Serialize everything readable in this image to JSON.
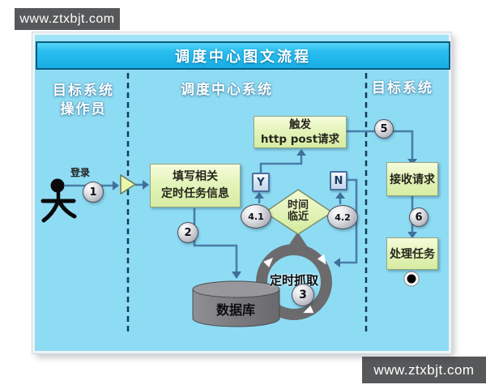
{
  "watermarks": {
    "top_left": "www.ztxbjt.com",
    "bottom_right": "www.ztxbjt.com"
  },
  "diagram": {
    "title": "调度中心图文流程",
    "lanes": {
      "left": {
        "line1": "目标系统",
        "line2": "操作员"
      },
      "center": {
        "label": "调度中心系统"
      },
      "right": {
        "label": "目标系统"
      }
    },
    "nodes": {
      "login_label": "登录",
      "fill_task": {
        "line1": "填写相关",
        "line2": "定时任务信息"
      },
      "trigger": {
        "line1": "触发",
        "line2": "http post请求"
      },
      "decision": {
        "line1": "时间",
        "line2": "临近"
      },
      "branch_yes": "Y",
      "branch_no": "N",
      "cron_label": "定时抓取",
      "database": "数据库",
      "receive": "接收请求",
      "process": "处理任务"
    },
    "steps": {
      "s1": "1",
      "s2": "2",
      "s3": "3",
      "s4_1": "4.1",
      "s4_2": "4.2",
      "s5": "5",
      "s6": "6"
    },
    "colors": {
      "canvas_blue": "#8edcf4",
      "title_bar_fill": "#29bdf0",
      "title_bar_border": "#0b5b7e",
      "node_green_top": "#f6fcdc",
      "node_green_bottom": "#d6eca2",
      "branch_box_border": "#4a6f9f",
      "connector": "#4a7ea8",
      "lane_divider": "#123c52",
      "ring_gray": "#6b6b6d",
      "watermark_bg": "#57585a"
    }
  }
}
